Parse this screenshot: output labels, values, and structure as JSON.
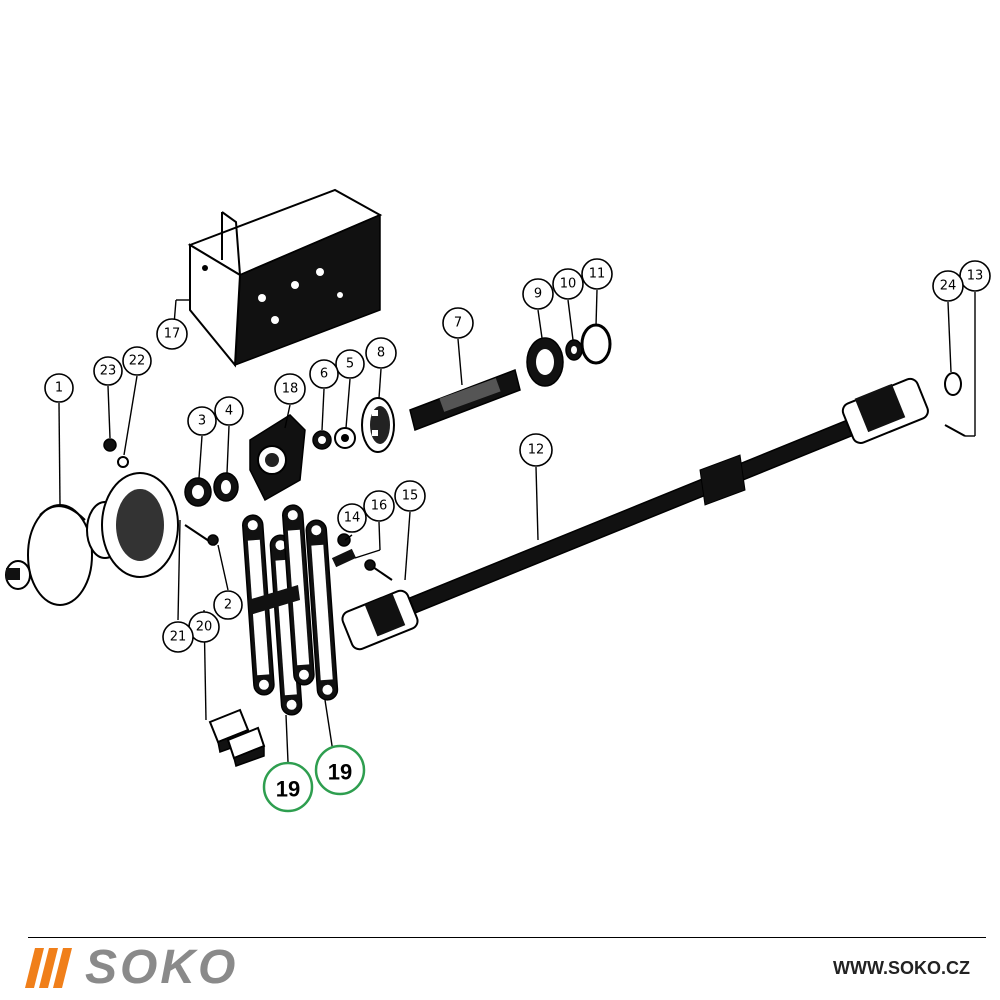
{
  "diagram": {
    "callouts": [
      "1",
      "2",
      "3",
      "4",
      "5",
      "6",
      "7",
      "8",
      "9",
      "10",
      "11",
      "12",
      "13",
      "14",
      "15",
      "16",
      "17",
      "18",
      "20",
      "21",
      "22",
      "23",
      "24"
    ],
    "highlighted": [
      "19",
      "19"
    ]
  },
  "footer": {
    "brand": "SOKO",
    "website": "WWW.SOKO.CZ"
  },
  "colors": {
    "brand_orange": "#f07f1a",
    "brand_gray": "#8a8a8a",
    "highlight_green": "#2e9e4f"
  }
}
